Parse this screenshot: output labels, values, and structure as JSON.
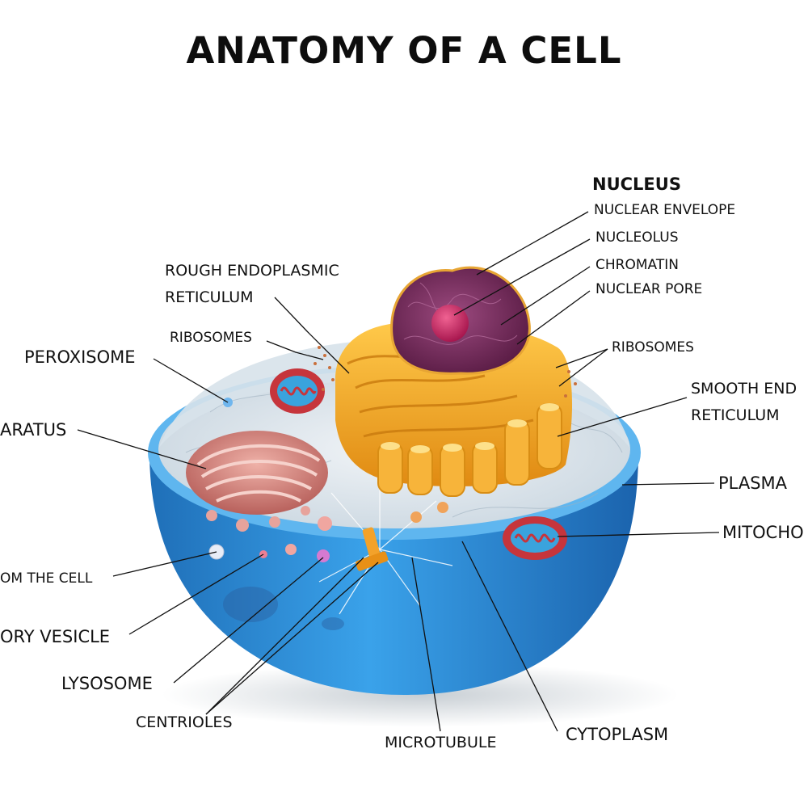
{
  "title": "ANATOMY OF A CELL",
  "labels": {
    "nucleus": "NUCLEUS",
    "nuclear_envelope": "NUCLEAR ENVELOPE",
    "nucleolus": "NUCLEOLUS",
    "chromatin": "CHROMATIN",
    "nuclear_pore": "NUCLEAR PORE",
    "rough_er_line1": "ROUGH ENDOPLASMIC",
    "rough_er_line2": "RETICULUM",
    "ribosomes_left": "RIBOSOMES",
    "ribosomes_right": "RIBOSOMES",
    "peroxisome": "PEROXISOME",
    "golgi_partial": "ARATUS",
    "smooth_er_line1": "SMOOTH END",
    "smooth_er_line2": "RETICULUM",
    "plasma": "PLASMA",
    "mitochondria_partial": "MITOCHO",
    "from_cell_partial": "OM THE CELL",
    "secretory_partial": "ORY VESICLE",
    "lysosome": "LYSOSOME",
    "centrioles": "CENTRIOLES",
    "microtubule": "MICROTUBULE",
    "cytoplasm": "CYTOPLASM"
  },
  "colors": {
    "membrane_blue": "#2f8fdc",
    "cytoplasm_gray": "#dfe6ec",
    "nucleus_purple": "#7a2f5e",
    "nucleolus_pink": "#c2185b",
    "er_orange": "#f1a52a",
    "golgi_pink": "#d98a86",
    "mitochondria_red": "#c6353c"
  }
}
